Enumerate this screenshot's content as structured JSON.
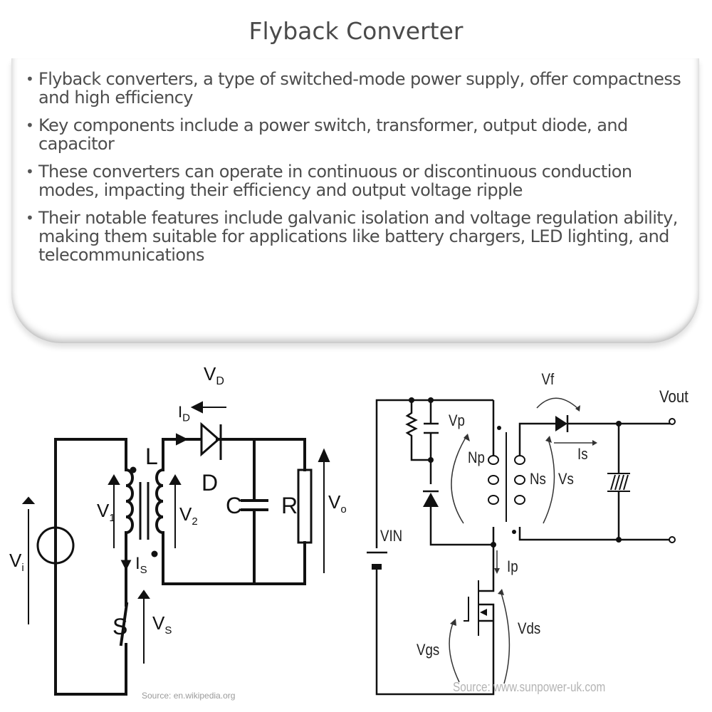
{
  "title": "Flyback Converter",
  "bullets": [
    "Flyback converters, a type of switched-mode power supply, offer compactness and high efficiency",
    "Key components include a power switch, transformer, output diode, and capacitor",
    "These converters can operate in continuous or discontinuous conduction modes, impacting their efficiency and output voltage ripple",
    "Their notable features include galvanic isolation and voltage regulation ability, making them suitable for applications like battery chargers, LED lighting, and telecommunications"
  ],
  "diagram_left": {
    "labels": {
      "vd": "V",
      "vd_sub": "D",
      "id": "I",
      "id_sub": "D",
      "l": "L",
      "d": "D",
      "c": "C",
      "r": "R",
      "v1": "V",
      "v1_sub": "1",
      "v2": "V",
      "v2_sub": "2",
      "vo": "V",
      "vo_sub": "o",
      "vi": "V",
      "vi_sub": "i",
      "is": "I",
      "is_sub": "S",
      "s": "S",
      "vs": "V",
      "vs_sub": "S"
    },
    "source": "Source: en.wikipedia.org"
  },
  "diagram_right": {
    "labels": {
      "vf": "Vf",
      "vout": "Vout",
      "vp": "Vp",
      "np": "Np",
      "ns": "Ns",
      "vs": "Vs",
      "is": "Is",
      "vin": "VIN",
      "ip": "Ip",
      "vds": "Vds",
      "vgs": "Vgs"
    },
    "source": "Source: www.sunpower-uk.com"
  }
}
